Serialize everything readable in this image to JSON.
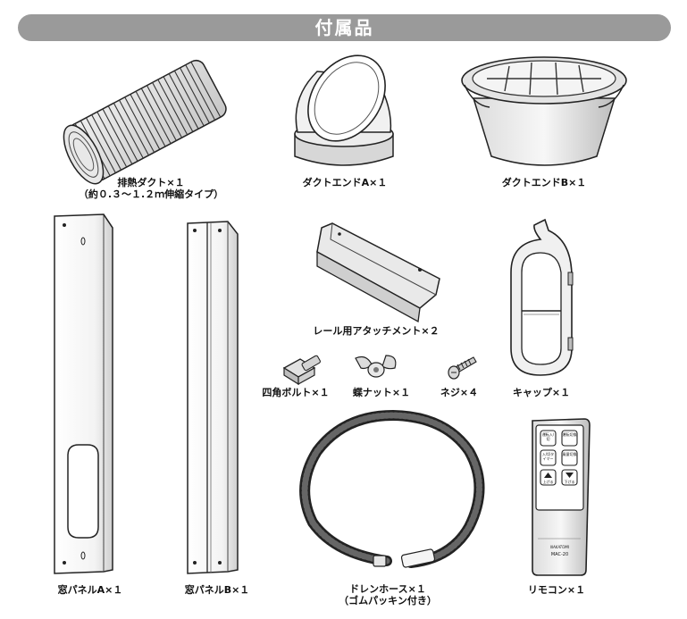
{
  "header": {
    "title": "付属品"
  },
  "items": {
    "exhaust_duct": {
      "label": "排熱ダクト×１",
      "note": "（約０.３〜１.２ｍ伸縮タイプ）"
    },
    "duct_end_a": {
      "label": "ダクトエンドA×１"
    },
    "duct_end_b": {
      "label": "ダクトエンドB×１"
    },
    "rail_attachment": {
      "label": "レール用アタッチメント×２"
    },
    "square_bolt": {
      "label": "四角ボルト×１"
    },
    "butterfly_nut": {
      "label": "蝶ナット×１"
    },
    "screw": {
      "label": "ネジ×４"
    },
    "cap": {
      "label": "キャップ×１"
    },
    "window_panel_a": {
      "label": "窓パネルA×１"
    },
    "window_panel_b": {
      "label": "窓パネルB×１"
    },
    "drain_hose": {
      "label": "ドレンホース×１",
      "note": "（ゴムパッキン付き）"
    },
    "remote": {
      "label": "リモコン×１",
      "brand": "NAKATOMI",
      "model": "MAC-20",
      "buttons": [
        "運転入/切",
        "運転切換",
        "入/切タイマー",
        "風量切換",
        "上げる",
        "下げる"
      ]
    }
  }
}
